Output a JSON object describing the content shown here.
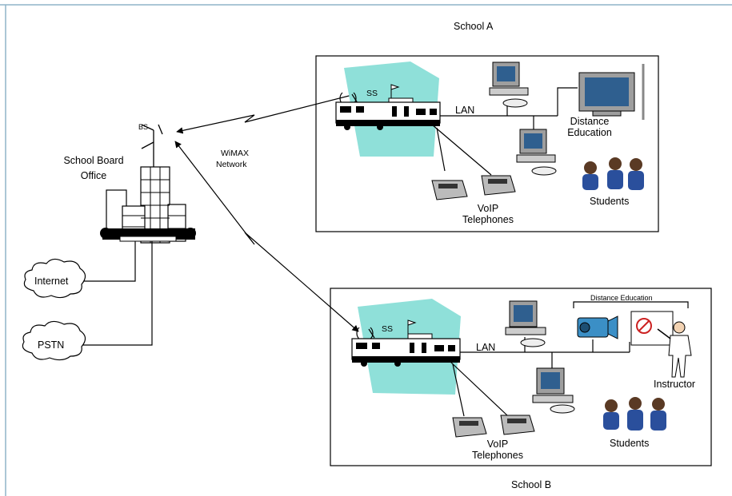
{
  "schools": {
    "a": {
      "title": "School A",
      "ss": "SS",
      "lan": "LAN",
      "voip_line1": "VoIP",
      "voip_line2": "Telephones",
      "distance_line1": "Distance",
      "distance_line2": "Education",
      "students": "Students"
    },
    "b": {
      "title": "School B",
      "ss": "SS",
      "lan": "LAN",
      "voip_line1": "VoIP",
      "voip_line2": "Telephones",
      "distance_header": "Distance Education",
      "instructor": "Instructor",
      "students": "Students"
    }
  },
  "office": {
    "bs": "BS",
    "line1": "School Board",
    "line2": "Office"
  },
  "network": {
    "line1": "WiMAX",
    "line2": "Network"
  },
  "clouds": {
    "internet": "Internet",
    "pstn": "PSTN"
  },
  "colors": {
    "accent_teal": "#8fe0d9",
    "screen_blue": "#2f5f8f",
    "uniform_blue": "#2a4f9c",
    "camera_blue": "#3b8fc6"
  }
}
